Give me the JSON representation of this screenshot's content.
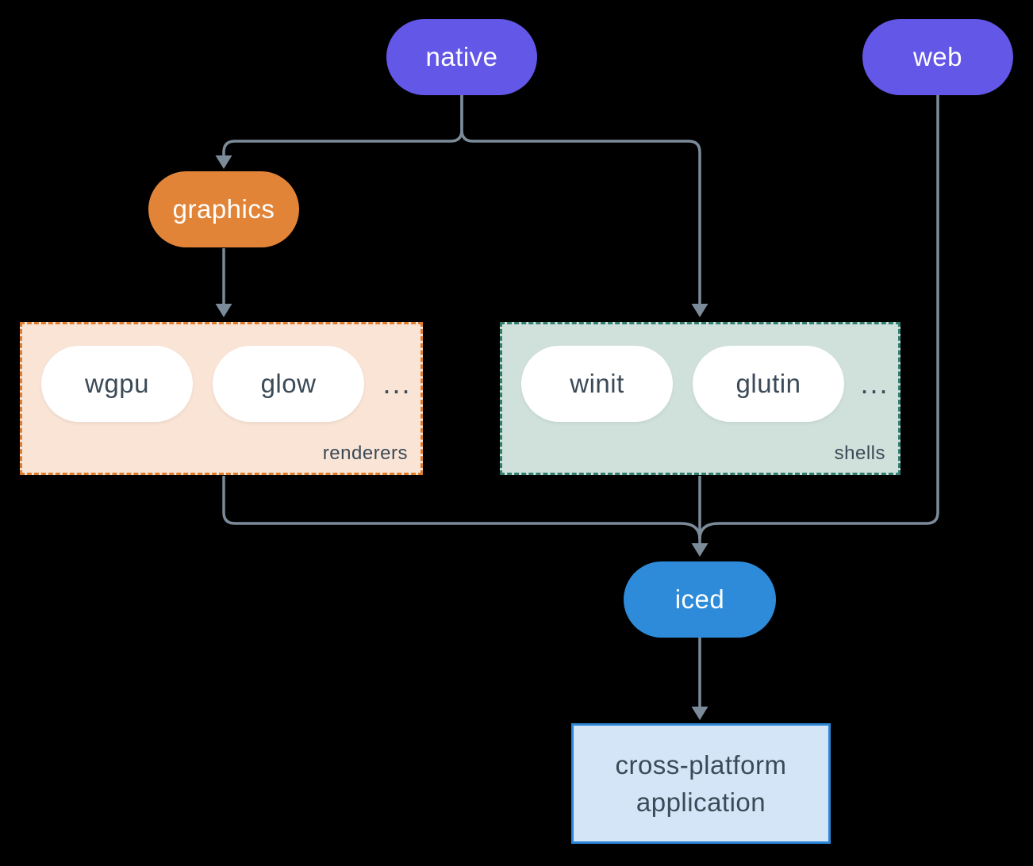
{
  "palette": {
    "background": "#000000",
    "edge": "#7c8b99",
    "dark_text": "#3b4a57",
    "white_pill": "#ffffff"
  },
  "nodes": {
    "native": {
      "label": "native",
      "fill": "#6357e8",
      "text_color": "#ffffff"
    },
    "web": {
      "label": "web",
      "fill": "#6357e8",
      "text_color": "#ffffff"
    },
    "graphics": {
      "label": "graphics",
      "fill": "#e28438",
      "text_color": "#ffffff"
    },
    "iced": {
      "label": "iced",
      "fill": "#2e8bd9",
      "text_color": "#ffffff"
    },
    "application": {
      "line1": "cross-platform",
      "line2": "application",
      "fill": "#d4e5f7",
      "border": "#2e86d6"
    }
  },
  "groups": {
    "renderers": {
      "label": "renderers",
      "fill": "#f9e4d6",
      "border": "#df7d2e",
      "items": [
        "wgpu",
        "glow"
      ],
      "ellipsis": "..."
    },
    "shells": {
      "label": "shells",
      "fill": "#d0e1db",
      "border": "#2f7e6e",
      "items": [
        "winit",
        "glutin"
      ],
      "ellipsis": "..."
    }
  }
}
